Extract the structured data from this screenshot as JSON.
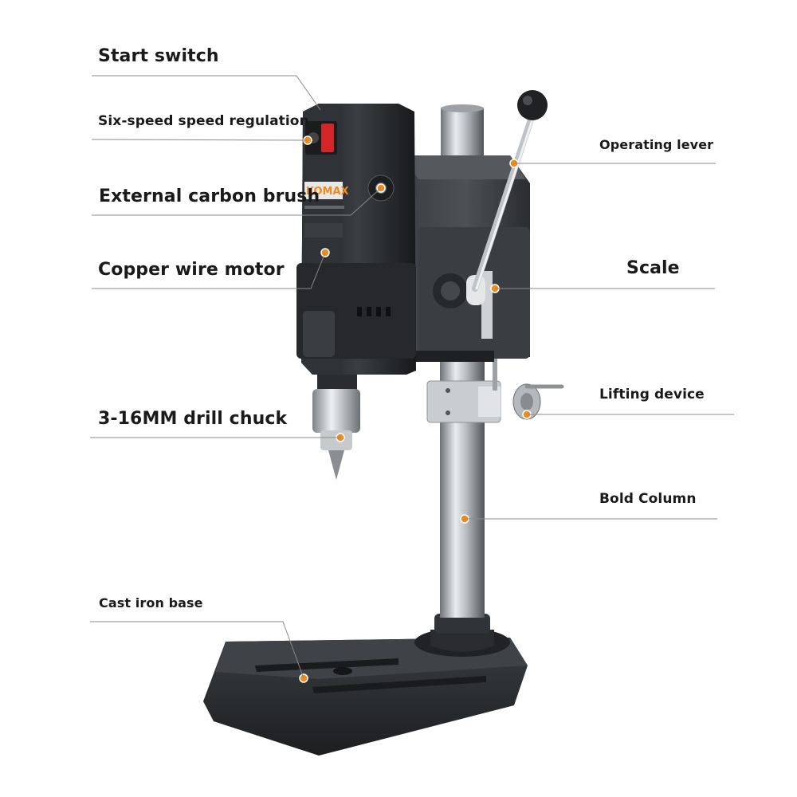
{
  "brand": {
    "logo_text": "KOMAX",
    "accent_color": "#f08a1c",
    "body_color": "#2b2d30",
    "column_color": "#b9bcc0"
  },
  "callouts": {
    "start_switch": "Start switch",
    "six_speed": "Six-speed speed regulation",
    "carbon_brush": "External carbon brush",
    "motor": "Copper wire motor",
    "chuck": "3-16MM drill chuck",
    "base": "Cast iron base",
    "lever": "Operating lever",
    "scale": "Scale",
    "lifting": "Lifting device",
    "column": "Bold Column"
  }
}
